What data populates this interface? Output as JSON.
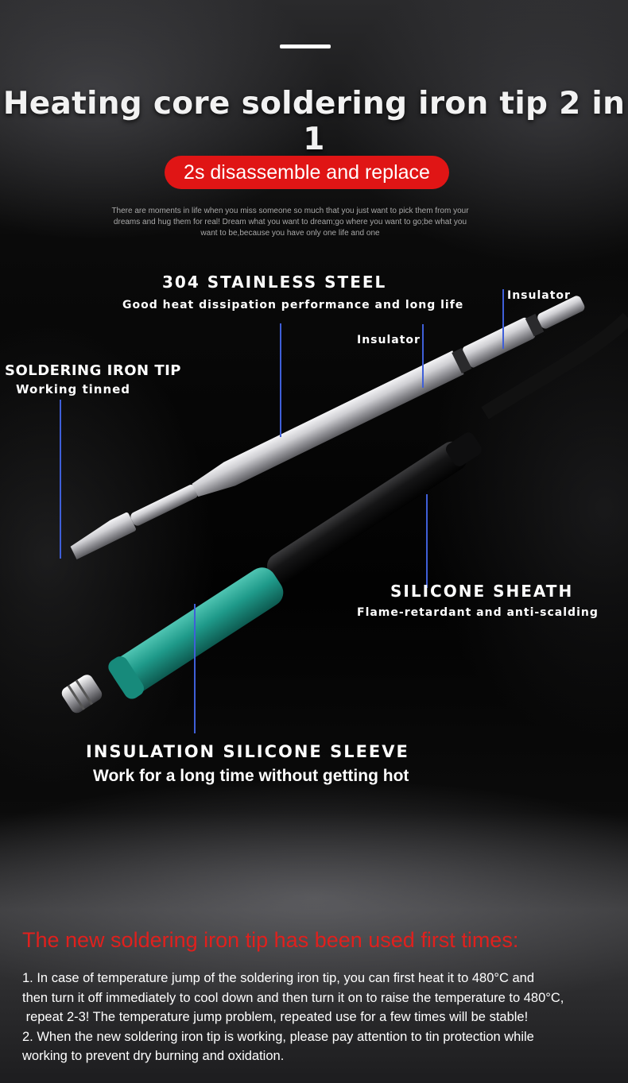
{
  "title": "Heating core soldering iron tip 2 in 1",
  "badge": "2s disassemble and replace",
  "intro": [
    "There are moments in life when you miss someone so much that you just want to pick them from your",
    "dreams and hug them for real! Dream what you want to dream;go where you want to go;be what you",
    "want to be,because you have only one life and one"
  ],
  "labels": {
    "steel_title": "304 STAINLESS STEEL",
    "steel_sub": "Good heat dissipation performance and long life",
    "insulator_1": "Insulator",
    "insulator_2": "Insulator",
    "tip_title": "SOLDERING IRON TIP",
    "tip_sub": "Working tinned",
    "sheath_title": "SILICONE SHEATH",
    "sheath_sub": "Flame-retardant and anti-scalding",
    "sleeve_title": "INSULATION SILICONE SLEEVE",
    "sleeve_sub": "Work for a long time without getting hot"
  },
  "notice": {
    "heading": "The new soldering iron tip has been used first times:",
    "lines": [
      "1. In case of temperature jump of the soldering iron tip, you can first heat it to 480°C and",
      "then turn it off immediately to cool down and then turn it on to raise the temperature to 480°C,",
      " repeat 2-3! The temperature jump problem, repeated use for a few times will be stable!",
      "2. When the new soldering iron tip is working, please pay attention to tin protection while",
      "working to prevent dry burning and oxidation."
    ]
  },
  "colors": {
    "accent_red": "#e01515",
    "leader_line": "#3f5fd8",
    "grip_green": "#1f9a8a",
    "steel": "#c9c9cc"
  }
}
